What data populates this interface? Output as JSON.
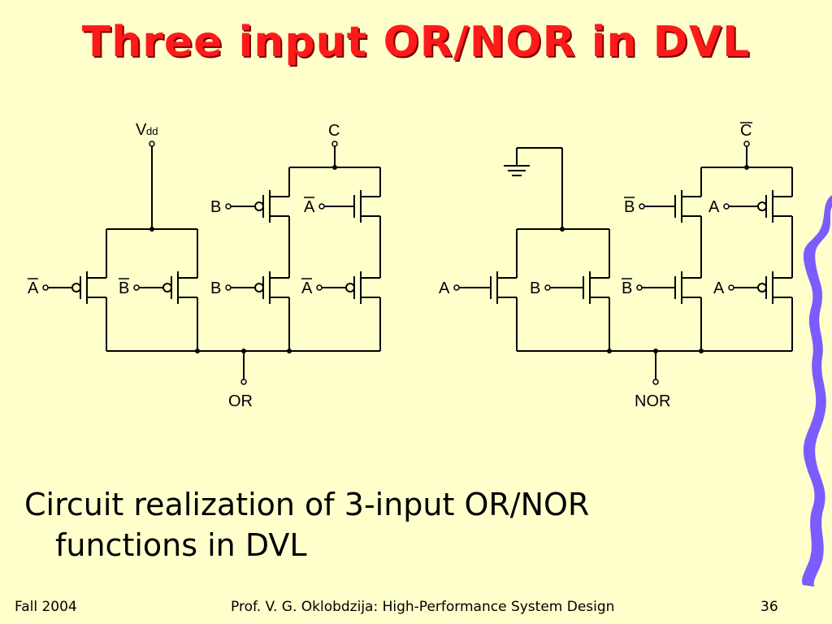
{
  "slide": {
    "title": "Three input OR/NOR in DVL",
    "caption_line1": "Circuit realization of 3-input OR/NOR",
    "caption_line2": "functions in DVL"
  },
  "footer": {
    "left": "Fall 2004",
    "center": "Prof. V. G. Oklobdzija: High-Performance System Design",
    "right": "36"
  },
  "diagram": {
    "or_circuit": {
      "supply_label": "V",
      "supply_subscript": "dd",
      "c_label": "C",
      "output_label": "OR",
      "gate_labels": [
        "A",
        "B",
        "B",
        "A",
        "B",
        "A"
      ]
    },
    "nor_circuit": {
      "c_label": "C",
      "output_label": "NOR",
      "gate_labels": [
        "A",
        "B",
        "B",
        "A",
        "B",
        "A"
      ]
    }
  },
  "colors": {
    "background": "#ffffcc",
    "title": "#ff1a1a",
    "accent_wave": "#7b5cff"
  }
}
